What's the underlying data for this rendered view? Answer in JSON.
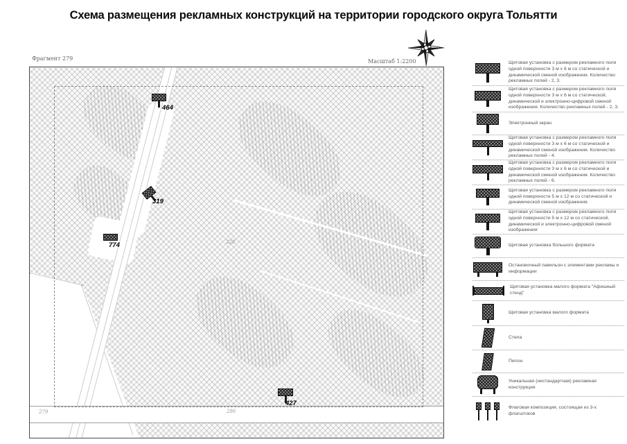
{
  "title": "Схема размещения рекламных конструкций на территории городского округа Тольятти",
  "map": {
    "fragment_label": "Фрагмент 279",
    "scale_label": "Масштаб 1:2200",
    "markers": [
      {
        "id": "464"
      },
      {
        "id": "319"
      },
      {
        "id": "774"
      },
      {
        "id": "427"
      }
    ],
    "area_labels": [
      {
        "text": "228"
      },
      {
        "text": "279"
      },
      {
        "text": "286"
      }
    ]
  },
  "legend": {
    "items": [
      {
        "icon": "billboard-3x6-static-icon",
        "text": "Щитовая установка с размером рекламного поля одной поверхности 3 м х 6 м со статической и динамической сменой изображения. Количество рекламных полей - 2, 3."
      },
      {
        "icon": "billboard-3x6-digital-icon",
        "text": "Щитовая установка с размером рекламного поля одной поверхности 3 м х 6 м со статической, динамической и электронно-цифровой сменой изображения. Количество рекламных полей - 2, 3."
      },
      {
        "icon": "electronic-screen-icon",
        "text": "Электронный экран"
      },
      {
        "icon": "billboard-3x6-4fields-icon",
        "text": "Щитовая установка с размером рекламного поля одной поверхности 3 м х 6 м со статической и динамической сменой изображения. Количество рекламных полей - 4."
      },
      {
        "icon": "billboard-3x6-6fields-icon",
        "text": "Щитовая установка с размером рекламного поля одной поверхности 3 м х 6 м со статической и динамической сменой изображения. Количество рекламных полей - 6."
      },
      {
        "icon": "billboard-5x12-static-icon",
        "text": "Щитовая установка с размером рекламного поля одной поверхности 5 м х 12 м со статической и динамической сменой изображения."
      },
      {
        "icon": "billboard-5x12-digital-icon",
        "text": "Щитовая установка с размером рекламного поля одной поверхности 5 м х 12 м со статической, динамической и электронно-цифровой сменой изображения"
      },
      {
        "icon": "billboard-large-format-icon",
        "text": "Щитовая установка большого формата"
      },
      {
        "icon": "bus-shelter-icon",
        "text": "Остановочный павильон с элементами рекламы и информации"
      },
      {
        "icon": "poster-stand-icon",
        "text": "Щитовая установка малого формата \"Афишный стенд\""
      },
      {
        "icon": "small-format-billboard-icon",
        "text": "Щитовая установка малого формата"
      },
      {
        "icon": "stela-icon",
        "text": "Стела"
      },
      {
        "icon": "pylon-icon",
        "text": "Пилон"
      },
      {
        "icon": "unique-construction-icon",
        "text": "Уникальная (нестандартная) рекламная конструкция"
      },
      {
        "icon": "flag-composition-icon",
        "text": "Флаговая композиция, состоящая из 3-х флагштоков"
      }
    ]
  }
}
